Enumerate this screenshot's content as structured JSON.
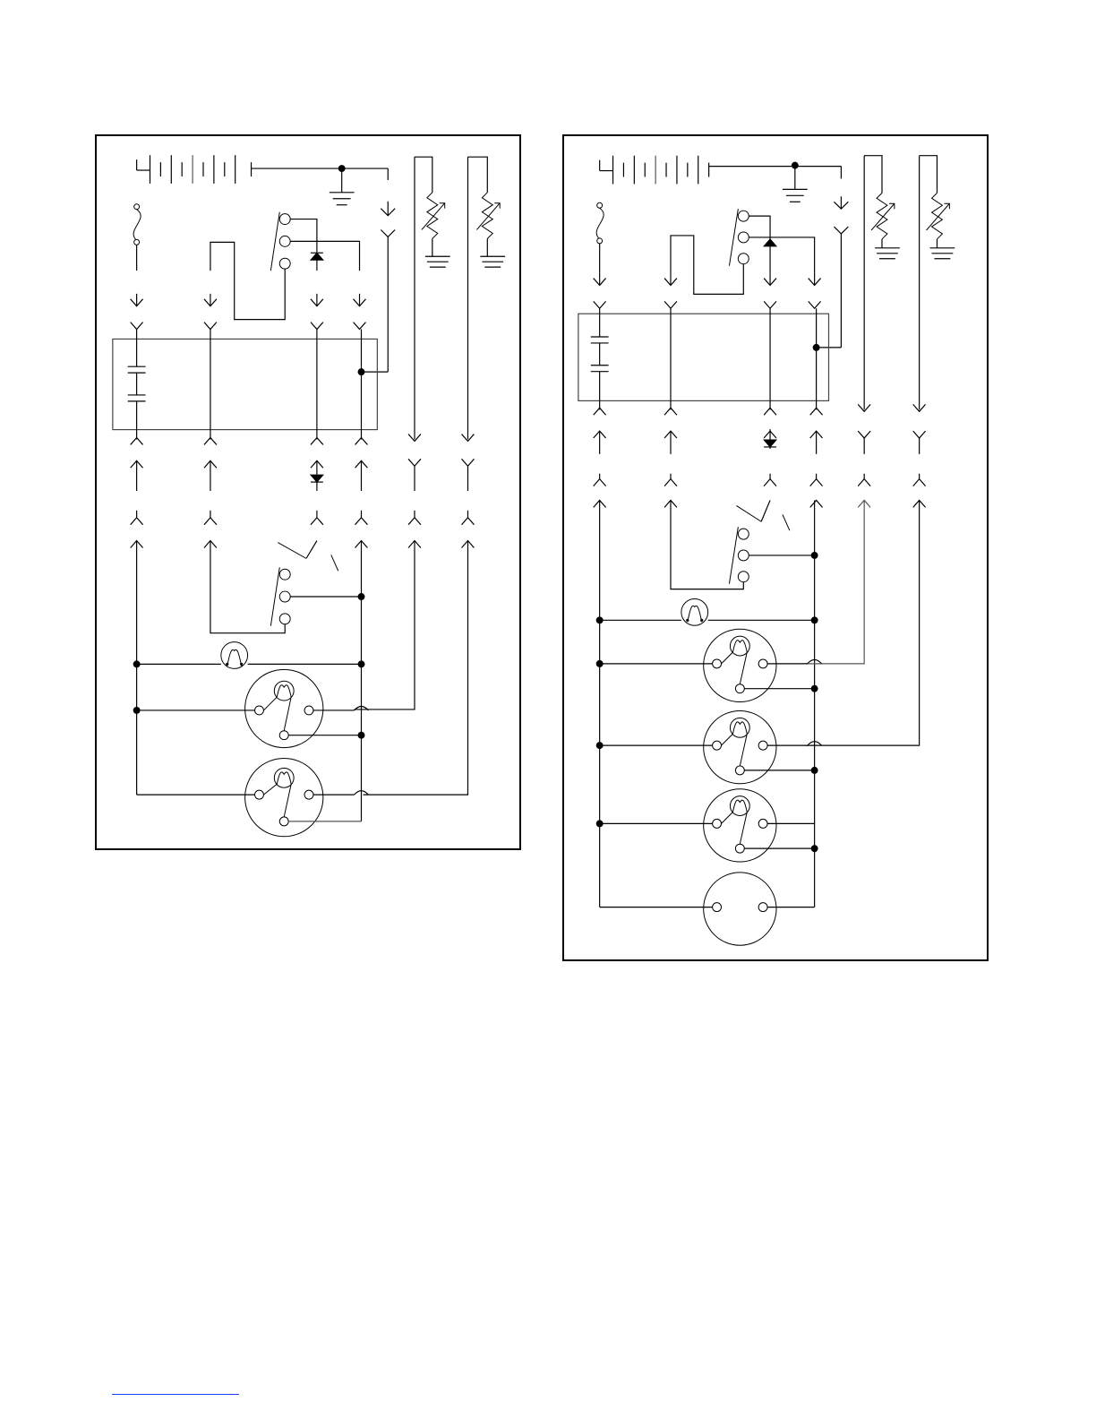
{
  "diagrams": [
    {
      "id": "left",
      "wire_runs": 6,
      "lamp_sockets": 3
    },
    {
      "id": "right",
      "wire_runs": 6,
      "lamp_sockets": 5
    }
  ],
  "colors": {
    "wire": "#000000",
    "frame": "#000000",
    "footer_rule": "#1a3cff"
  },
  "icons": [
    "battery-icon",
    "ground-icon",
    "fuse-icon",
    "switch-icon",
    "diode-icon",
    "resistor-icon",
    "connector-icon",
    "bulb-icon",
    "lamp-socket-icon",
    "capacitor-icon"
  ]
}
